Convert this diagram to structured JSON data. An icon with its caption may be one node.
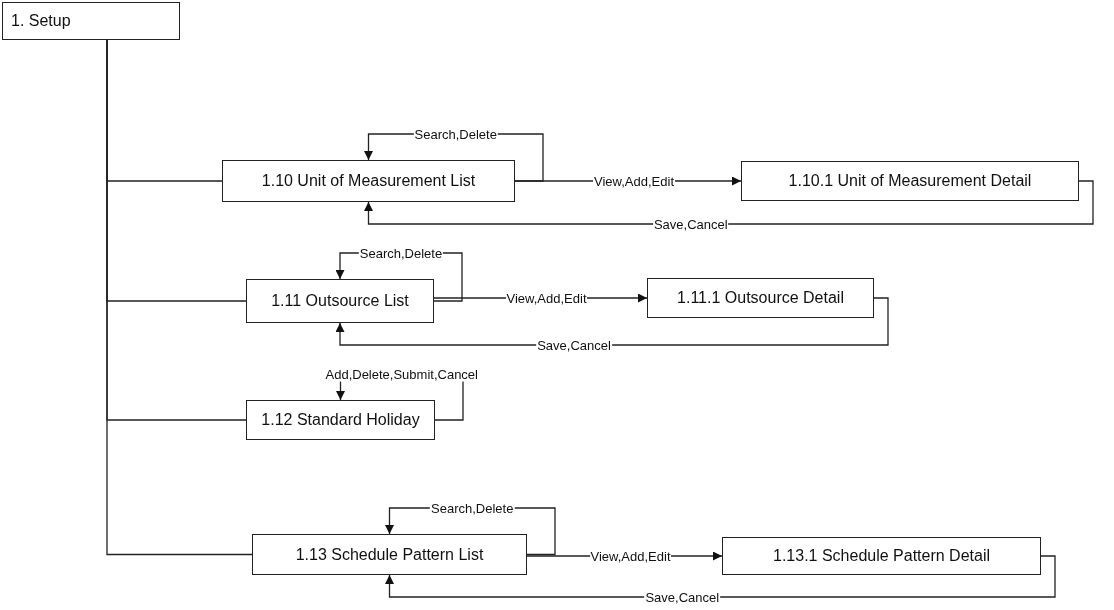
{
  "diagram": {
    "nodes": [
      {
        "text": [
          "1. Setup"
        ]
      },
      {
        "text": [
          "1.10 Unit of Measurement List"
        ]
      },
      {
        "text": [
          "1.10.1 Unit of Measurement Detail"
        ]
      },
      {
        "text": [
          "1.11 Outsource List"
        ]
      },
      {
        "text": [
          "1.11.1 Outsource Detail"
        ]
      },
      {
        "text": [
          "1.12 Standard Holiday"
        ]
      },
      {
        "text": [
          "1.13 Schedule Pattern List"
        ]
      },
      {
        "text": [
          "1.13.1 Schedule Pattern Detail"
        ]
      }
    ],
    "edges": [
      {
        "from": 0,
        "to": 1,
        "arrow": "none"
      },
      {
        "from": 0,
        "to": 3,
        "arrow": "none"
      },
      {
        "from": 0,
        "to": 5,
        "arrow": "none"
      },
      {
        "from": 0,
        "to": 6,
        "arrow": "none"
      },
      {
        "from": 1,
        "to": 1,
        "arrow": "to",
        "label": "Search,Delete"
      },
      {
        "from": 1,
        "to": 2,
        "arrow": "to",
        "label": "View,Add,Edit"
      },
      {
        "from": 2,
        "to": 1,
        "arrow": "to",
        "label": "Save,Cancel"
      },
      {
        "from": 3,
        "to": 3,
        "arrow": "to",
        "label": "Search,Delete"
      },
      {
        "from": 3,
        "to": 4,
        "arrow": "to",
        "label": "View,Add,Edit"
      },
      {
        "from": 4,
        "to": 3,
        "arrow": "to",
        "label": "Save,Cancel"
      },
      {
        "from": 5,
        "to": 5,
        "arrow": "to",
        "label": "Add,Delete,Submit,Cancel"
      },
      {
        "from": 6,
        "to": 6,
        "arrow": "to",
        "label": "Search,Delete"
      },
      {
        "from": 6,
        "to": 7,
        "arrow": "to",
        "label": "View,Add,Edit"
      },
      {
        "from": 7,
        "to": 6,
        "arrow": "to",
        "label": "Save,Cancel"
      }
    ]
  }
}
